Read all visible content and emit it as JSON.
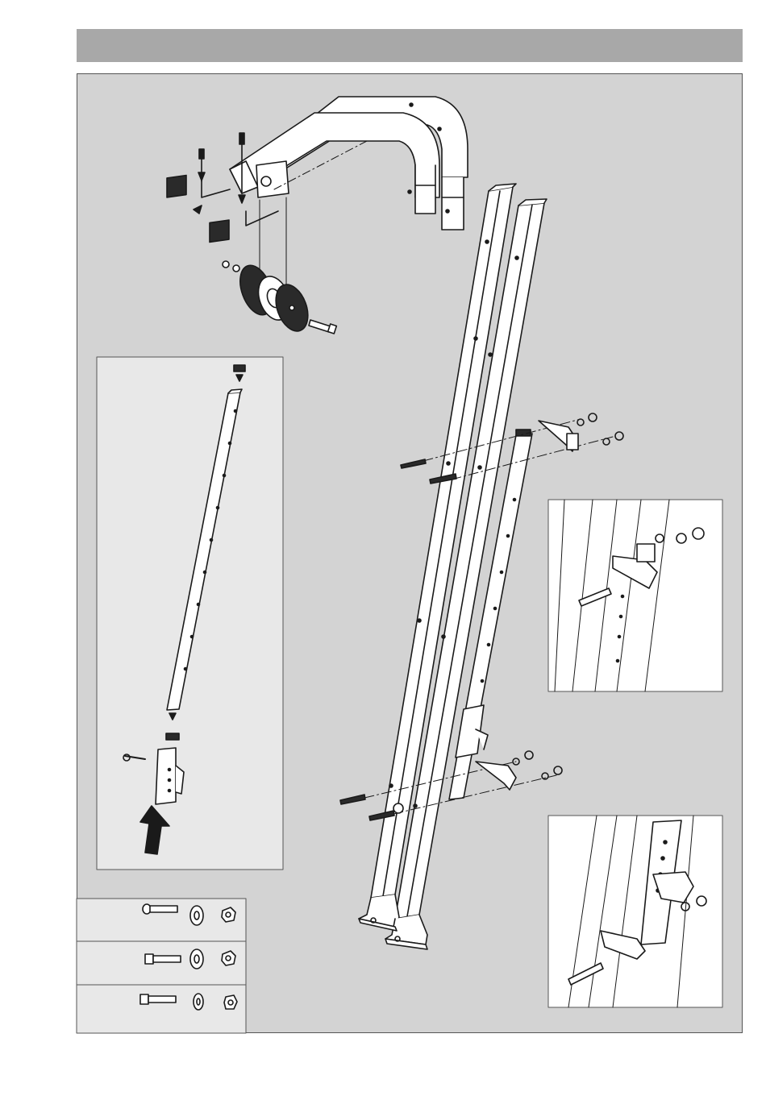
{
  "colors": {
    "header_bar": "#a8a8a8",
    "panel_background": "#d3d3d3",
    "inset_background": "#e8e8e8",
    "line": "#1a1a1a",
    "part_dark": "#2a2a2a"
  },
  "parts_legend": {
    "rows": [
      {
        "icons": [
          "long-bolt-icon",
          "washer-icon",
          "lock-nut-icon"
        ]
      },
      {
        "icons": [
          "hex-bolt-icon",
          "washer-icon",
          "lock-nut-icon"
        ]
      },
      {
        "icons": [
          "hex-bolt-icon",
          "washer-icon",
          "cap-nut-icon"
        ]
      }
    ]
  },
  "insets": [
    {
      "name": "upright-insert-detail"
    },
    {
      "name": "upper-bracket-detail"
    },
    {
      "name": "lower-bracket-detail"
    }
  ]
}
